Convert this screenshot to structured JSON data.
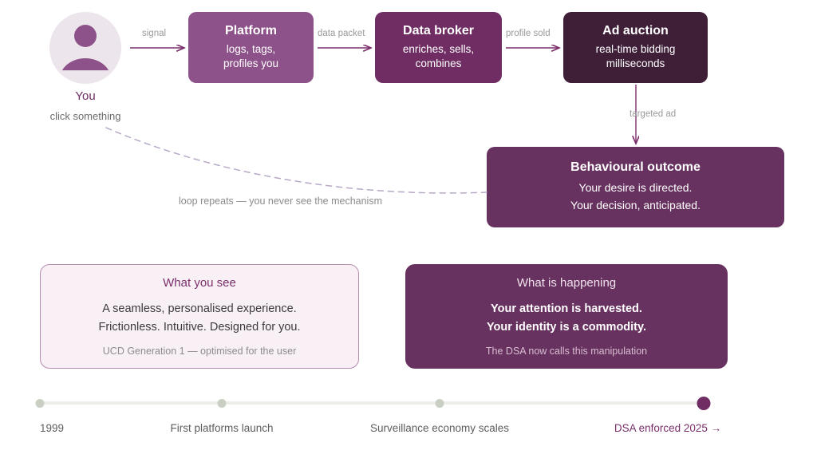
{
  "user": {
    "avatar_icon": "person-avatar-icon",
    "label": "You",
    "sublabel": "click something"
  },
  "flow": {
    "nodes": [
      {
        "id": "platform",
        "title": "Platform",
        "lines": [
          "logs, tags,",
          "profiles you"
        ],
        "color": "#8d5289"
      },
      {
        "id": "data-broker",
        "title": "Data broker",
        "lines": [
          "enriches, sells,",
          "combines"
        ],
        "color": "#6f2d63"
      },
      {
        "id": "ad-auction",
        "title": "Ad auction",
        "lines": [
          "real-time bidding",
          "milliseconds"
        ],
        "color": "#3f1f38"
      },
      {
        "id": "behavioural-outcome",
        "title": "Behavioural outcome",
        "lines": [
          "Your desire is directed.",
          "Your decision, anticipated."
        ],
        "color": "#683260"
      }
    ],
    "arrows": [
      {
        "id": "signal",
        "label": "signal"
      },
      {
        "id": "data-packet",
        "label": "data packet"
      },
      {
        "id": "profile-sold",
        "label": "profile sold"
      },
      {
        "id": "targeted-ad",
        "label": "targeted ad"
      },
      {
        "id": "loop",
        "label": "loop repeats — you never see the mechanism"
      }
    ]
  },
  "panels": [
    {
      "id": "what-you-see",
      "title": "What you see",
      "lines": [
        "A seamless, personalised experience.",
        "Frictionless. Intuitive. Designed for you."
      ],
      "footnote": "UCD Generation 1 — optimised for the user",
      "background": "#f9f0f6",
      "border": "#b98cae"
    },
    {
      "id": "what-is-happening",
      "title": "What is happening",
      "lines": [
        "Your attention is harvested.",
        "Your identity is a commodity."
      ],
      "footnote": "The DSA now calls this manipulation",
      "background": "#683260",
      "border": "none"
    }
  ],
  "timeline": {
    "points": [
      {
        "label": "1999",
        "active": false
      },
      {
        "label": "First platforms launch",
        "active": false
      },
      {
        "label": "Surveillance economy scales",
        "active": false
      },
      {
        "label": "DSA enforced 2025 →",
        "active": true
      }
    ],
    "track_color": "#edeeea",
    "dot_color": "#c9cfc3",
    "active_color": "#6f2d63"
  },
  "colors": {
    "accent": "#6f2d63",
    "arrow": "#7b2f6b",
    "muted_text": "#9a9a9a",
    "dashed_loop": "#b7a9c6"
  }
}
